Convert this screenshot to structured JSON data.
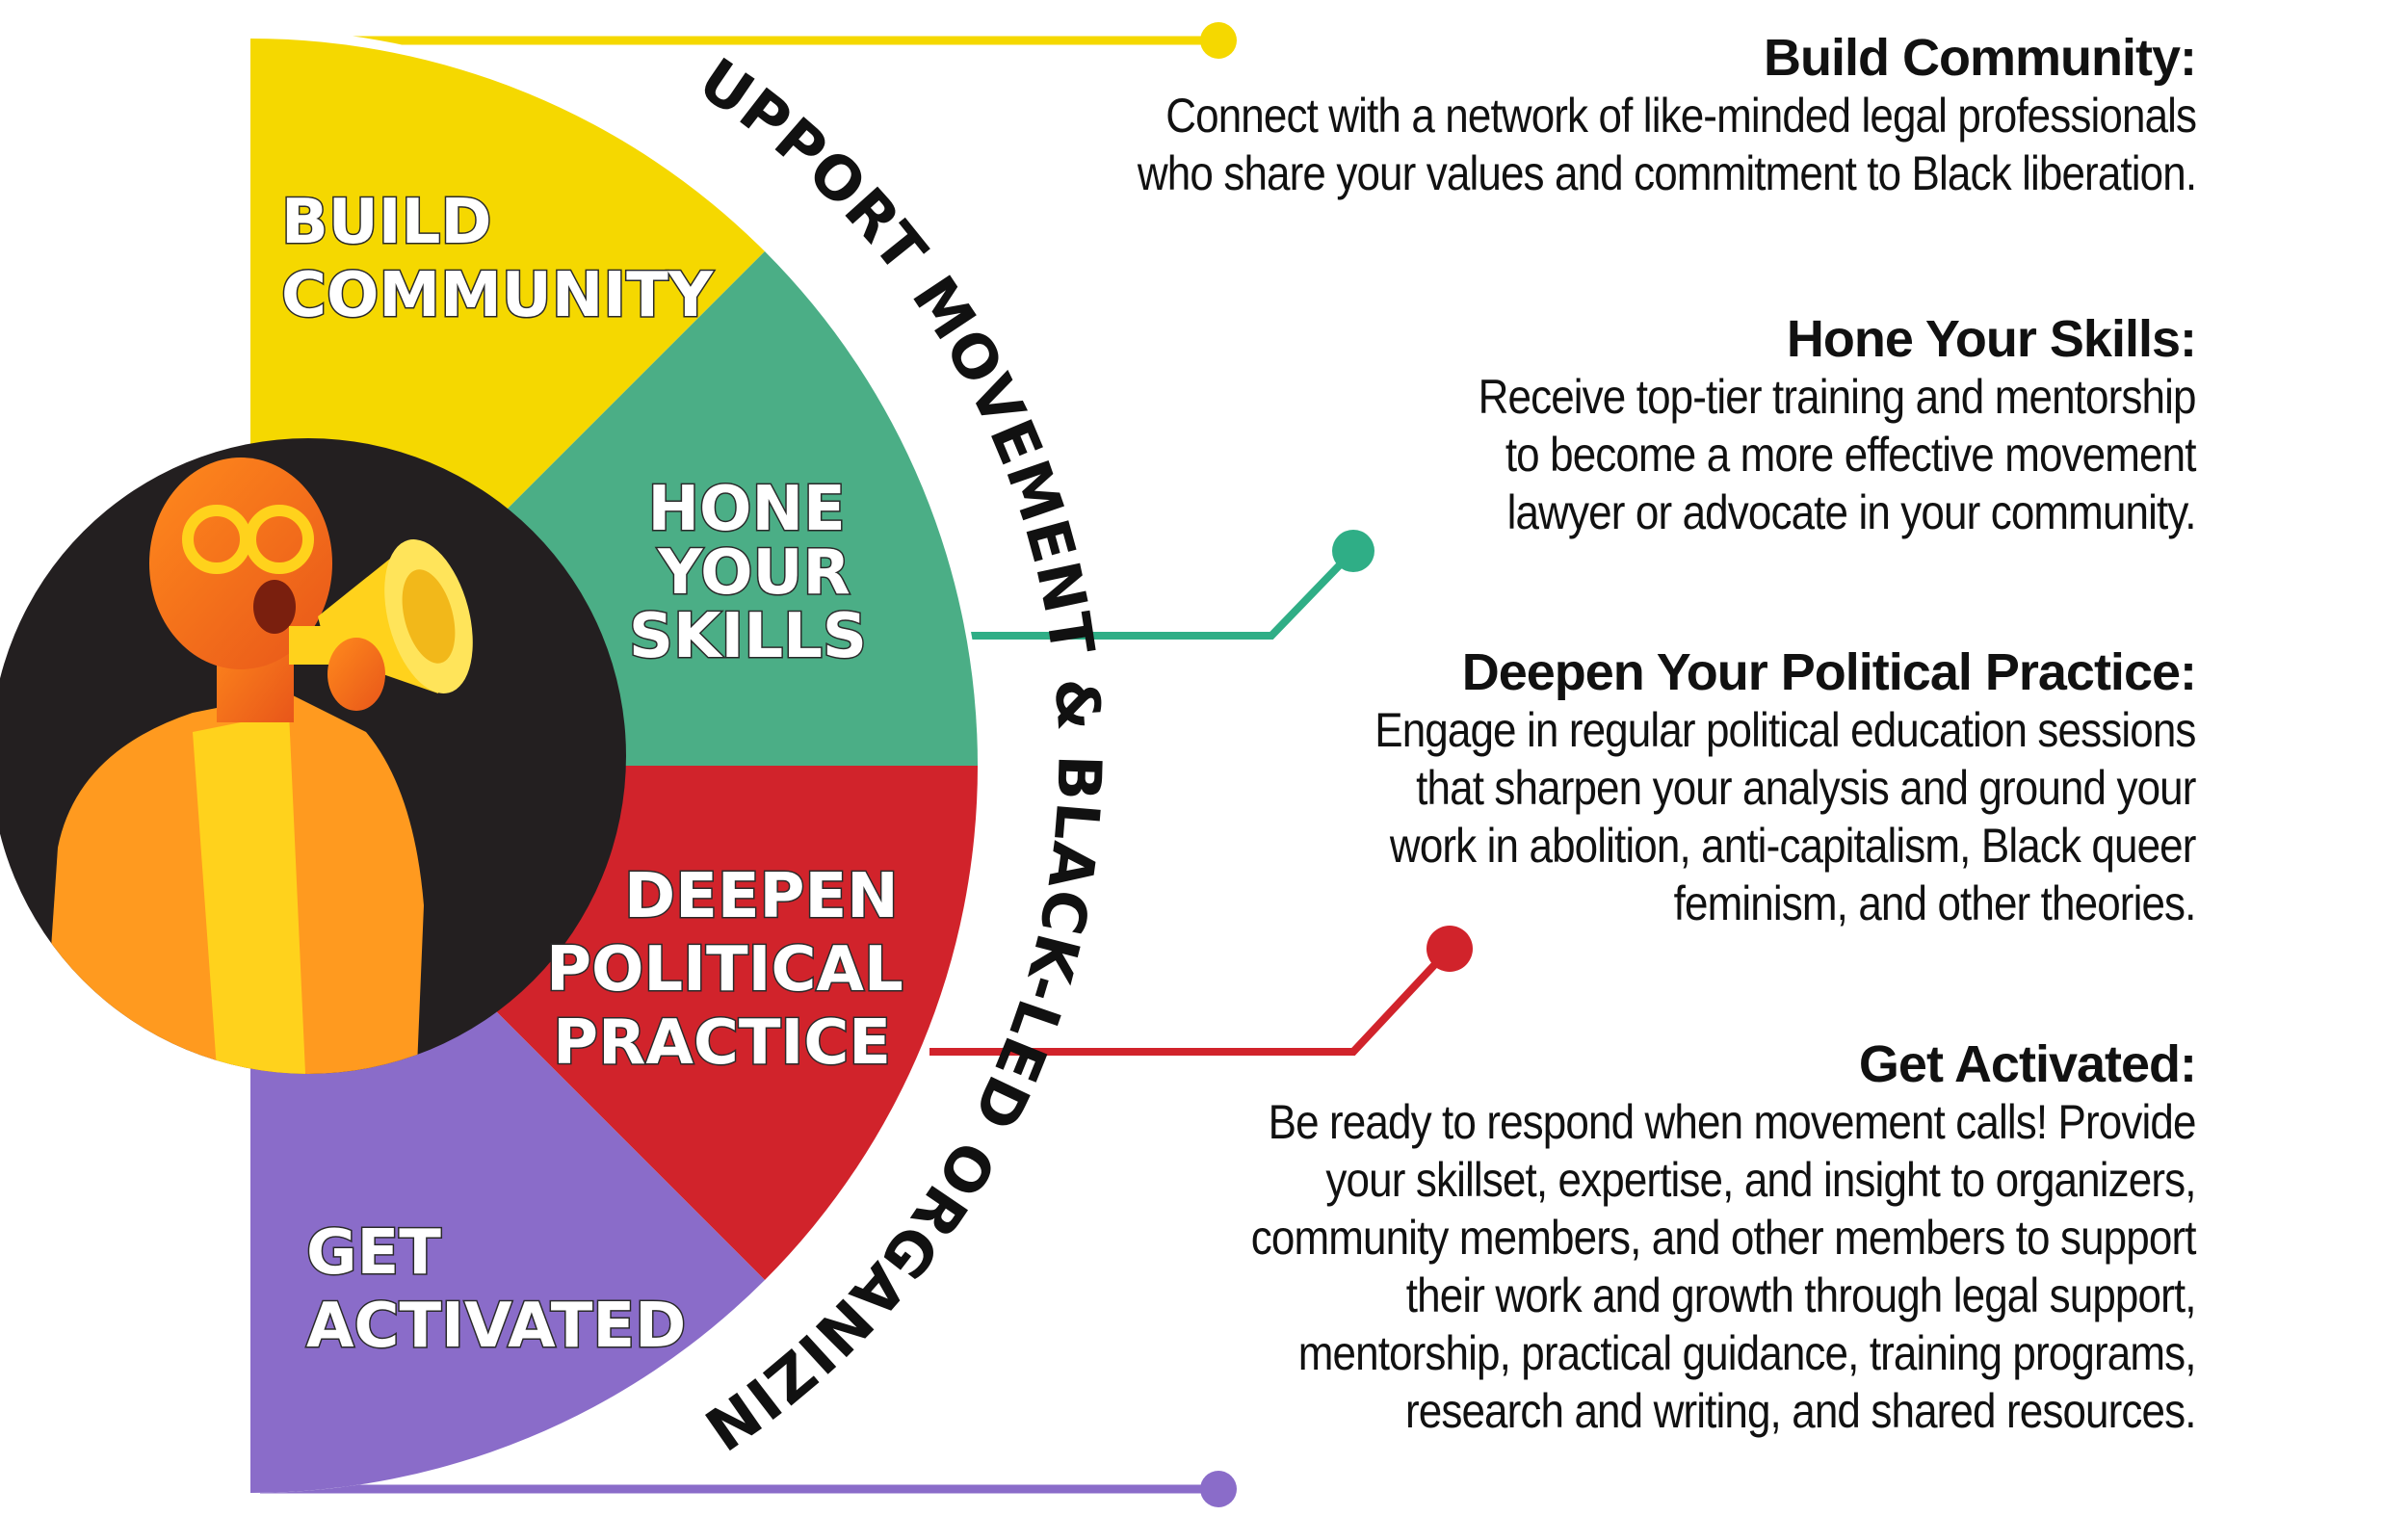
{
  "arc_title": "SUPPORT MOVEMENT & BLACK-LED ORGANIZING",
  "segments": [
    {
      "lines": [
        "BUILD",
        "COMMUNITY"
      ],
      "color": "#F5D800"
    },
    {
      "lines": [
        "HONE",
        "YOUR",
        "SKILLS"
      ],
      "color": "#4BAE86"
    },
    {
      "lines": [
        "DEEPEN",
        "POLITICAL",
        "PRACTICE"
      ],
      "color": "#D1232B"
    },
    {
      "lines": [
        "GET",
        "ACTIVATED"
      ],
      "color": "#8A6CC9"
    }
  ],
  "descriptions": [
    {
      "title": "Build Community:",
      "lines": [
        "Connect with a network of like-minded legal professionals",
        "who share your values and commitment to Black liberation."
      ]
    },
    {
      "title": "Hone Your Skills:",
      "lines": [
        "Receive top-tier training and mentorship",
        "to become a more effective movement",
        "lawyer or advocate in your community."
      ]
    },
    {
      "title": "Deepen Your Political Practice:",
      "lines": [
        "Engage in regular political education sessions",
        "that sharpen your analysis and ground your",
        "work in abolition, anti-capitalism, Black queer",
        "feminism, and other theories."
      ]
    },
    {
      "title": "Get Activated:",
      "lines": [
        "Be ready to respond when movement calls! Provide",
        "your skillset, expertise, and insight to organizers,",
        "community members, and other members to support",
        "their work and growth through legal support,",
        "mentorship, practical guidance, training programs,",
        "research and writing, and shared resources."
      ]
    }
  ],
  "photo_icon": "person-with-megaphone-icon"
}
